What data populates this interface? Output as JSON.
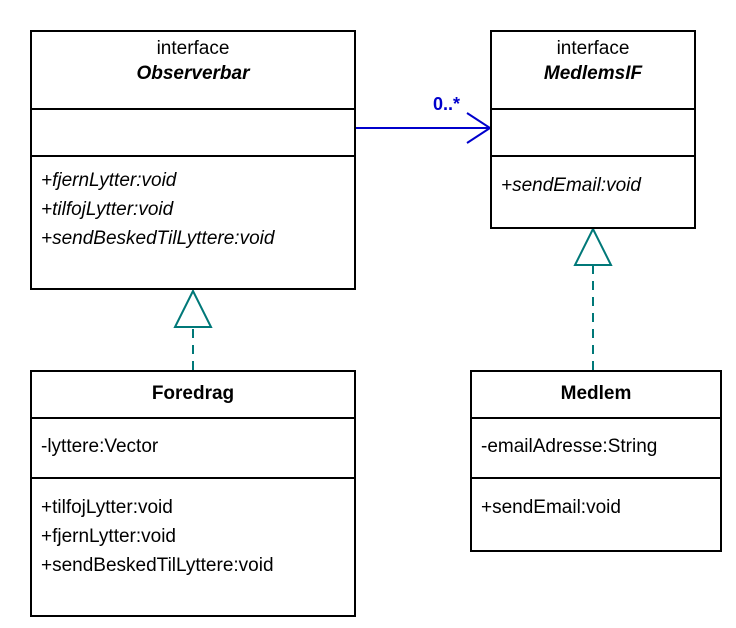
{
  "diagram": {
    "title": "UML class diagram - Observer pattern (Danish)",
    "type": "uml-class-diagram",
    "colors": {
      "box_border": "#000000",
      "text": "#000000",
      "association": "#0000cc",
      "generalization": "#007878",
      "background": "#ffffff"
    }
  },
  "classifiers": {
    "observerbar": {
      "stereotype": "interface",
      "name": "Observerbar",
      "is_abstract": true,
      "attributes": [],
      "operations": [
        "+fjernLytter:void",
        "+tilfojLytter:void",
        "+sendBeskedTilLyttere:void"
      ]
    },
    "medlems_if": {
      "stereotype": "interface",
      "name": "MedlemsIF",
      "is_abstract": true,
      "attributes": [],
      "operations": [
        "+sendEmail:void"
      ]
    },
    "foredrag": {
      "stereotype": "",
      "name": "Foredrag",
      "is_abstract": false,
      "attributes": [
        "-lyttere:Vector"
      ],
      "operations": [
        "+tilfojLytter:void",
        "+fjernLytter:void",
        "+sendBeskedTilLyttere:void"
      ]
    },
    "medlem": {
      "stereotype": "",
      "name": "Medlem",
      "is_abstract": false,
      "attributes": [
        "-emailAdresse:String"
      ],
      "operations": [
        "+sendEmail:void"
      ]
    }
  },
  "relationships": {
    "association_observerbar_medlemsif": {
      "kind": "association",
      "source": "Observerbar",
      "target": "MedlemsIF",
      "multiplicity": "0..*"
    },
    "realization_foredrag_observerbar": {
      "kind": "realization",
      "source": "Foredrag",
      "target": "Observerbar"
    },
    "realization_medlem_medlemsif": {
      "kind": "realization",
      "source": "Medlem",
      "target": "MedlemsIF"
    }
  }
}
